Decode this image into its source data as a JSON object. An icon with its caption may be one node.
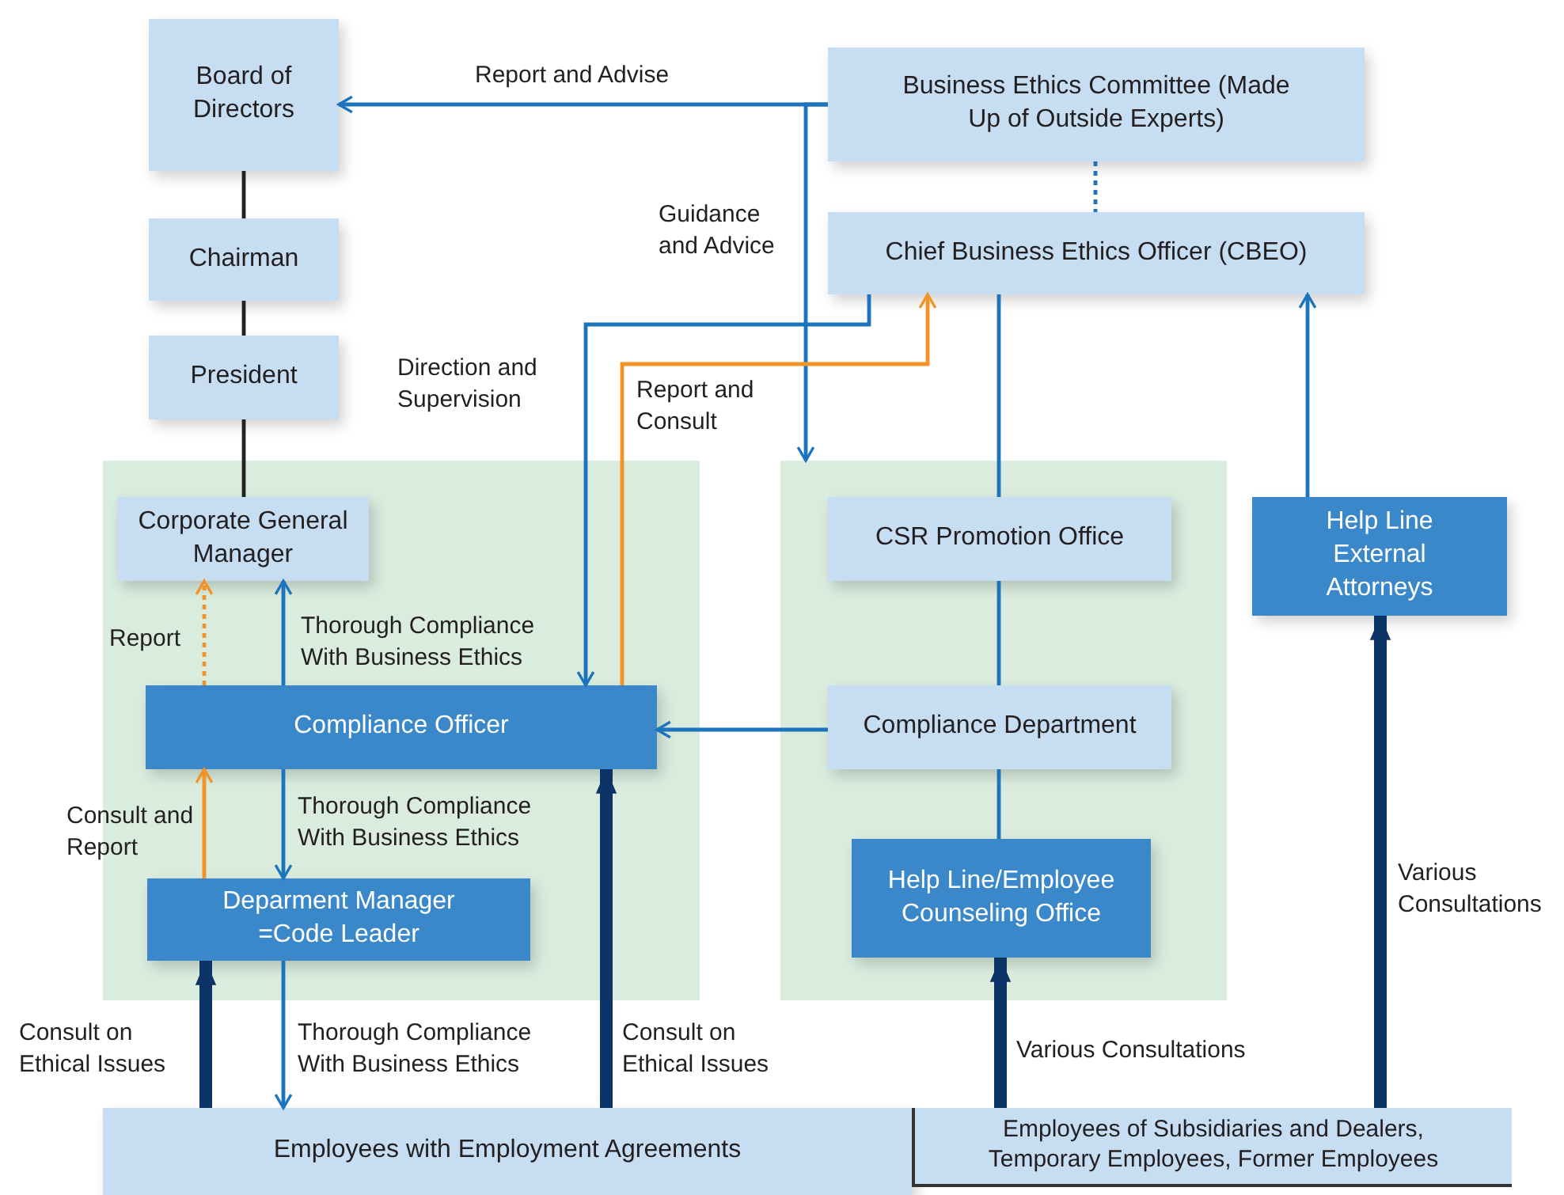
{
  "diagram": {
    "nodes": [
      {
        "text": [
          "Board of Directors"
        ]
      },
      {
        "text": [
          "Business Ethics Committee (Made Up of Outside Experts)"
        ]
      },
      {
        "text": [
          "Chairman"
        ]
      },
      {
        "text": [
          "President"
        ]
      },
      {
        "text": [
          "Chief Business Ethics Officer (CBEO)"
        ]
      },
      {
        "text": [],
        "shape": "box"
      },
      {
        "text": [
          "Corporate General Manager"
        ],
        "in": 5
      },
      {
        "text": [],
        "shape": "box"
      },
      {
        "text": [
          "CSR Promotion Office"
        ],
        "in": 7
      },
      {
        "text": [
          "Help Line External Attorneys"
        ]
      },
      {
        "text": [
          "Compliance Officer"
        ],
        "in": 5
      },
      {
        "text": [
          "Compliance Department"
        ],
        "in": 7
      },
      {
        "text": [
          "Deparment Manager =Code Leader"
        ],
        "in": 5
      },
      {
        "text": [
          "Help Line/Employee Counseling Office"
        ],
        "in": 7
      },
      {
        "text": [
          "Employees with Employment Agreements"
        ]
      },
      {
        "text": [
          "Employees of Subsidiaries and Dealers, Temporary Employees, Former Employees"
        ]
      }
    ],
    "edges": [
      {
        "from": 1,
        "to": 0,
        "arrow": "to",
        "label": "Report and Advise"
      },
      {
        "from": 0,
        "to": 2,
        "arrow": "none",
        "color": "#222222"
      },
      {
        "from": 2,
        "to": 3,
        "arrow": "none",
        "color": "#222222"
      },
      {
        "from": 3,
        "to": 6,
        "arrow": "none",
        "color": "#222222"
      },
      {
        "from": 1,
        "to": 4,
        "arrow": "none",
        "style": "dashed"
      },
      {
        "from": 1,
        "to": 7,
        "arrow": "to",
        "label": "Guidance and Advice"
      },
      {
        "from": 4,
        "to": 10,
        "arrow": "to",
        "label": "Direction and Supervision"
      },
      {
        "from": 10,
        "to": 4,
        "arrow": "to",
        "label": "Report and Consult",
        "color": "#f39325"
      },
      {
        "from": 4,
        "to": 8,
        "arrow": "none"
      },
      {
        "from": 8,
        "to": 11,
        "arrow": "none"
      },
      {
        "from": 11,
        "to": 13,
        "arrow": "none"
      },
      {
        "from": 9,
        "to": 4,
        "arrow": "to"
      },
      {
        "from": 11,
        "to": 10,
        "arrow": "to"
      },
      {
        "from": 10,
        "to": 6,
        "arrow": "to",
        "label": "Report",
        "style": "dashed",
        "color": "#f39325"
      },
      {
        "from": 10,
        "to": 6,
        "arrow": "to",
        "label": "Thorough Compliance With Business Ethics"
      },
      {
        "from": 10,
        "to": 12,
        "arrow": "to",
        "label": "Thorough Compliance With Business Ethics"
      },
      {
        "from": 12,
        "to": 10,
        "arrow": "to",
        "label": "Consult and Report",
        "color": "#f39325"
      },
      {
        "from": 14,
        "to": 12,
        "arrow": "to",
        "label": "Consult on Ethical Issues",
        "style": "thick",
        "color": "#0d3466"
      },
      {
        "from": 12,
        "to": 14,
        "arrow": "to",
        "label": "Thorough Compliance With Business Ethics"
      },
      {
        "from": 14,
        "to": 10,
        "arrow": "to",
        "label": "Consult on Ethical Issues",
        "style": "thick",
        "color": "#0d3466"
      },
      {
        "from": 15,
        "to": 13,
        "arrow": "to",
        "label": "Various Consultations",
        "style": "thick",
        "color": "#0d3466"
      },
      {
        "from": 15,
        "to": 9,
        "arrow": "to",
        "label": "Various Consultations",
        "style": "thick",
        "color": "#0d3466"
      }
    ]
  }
}
